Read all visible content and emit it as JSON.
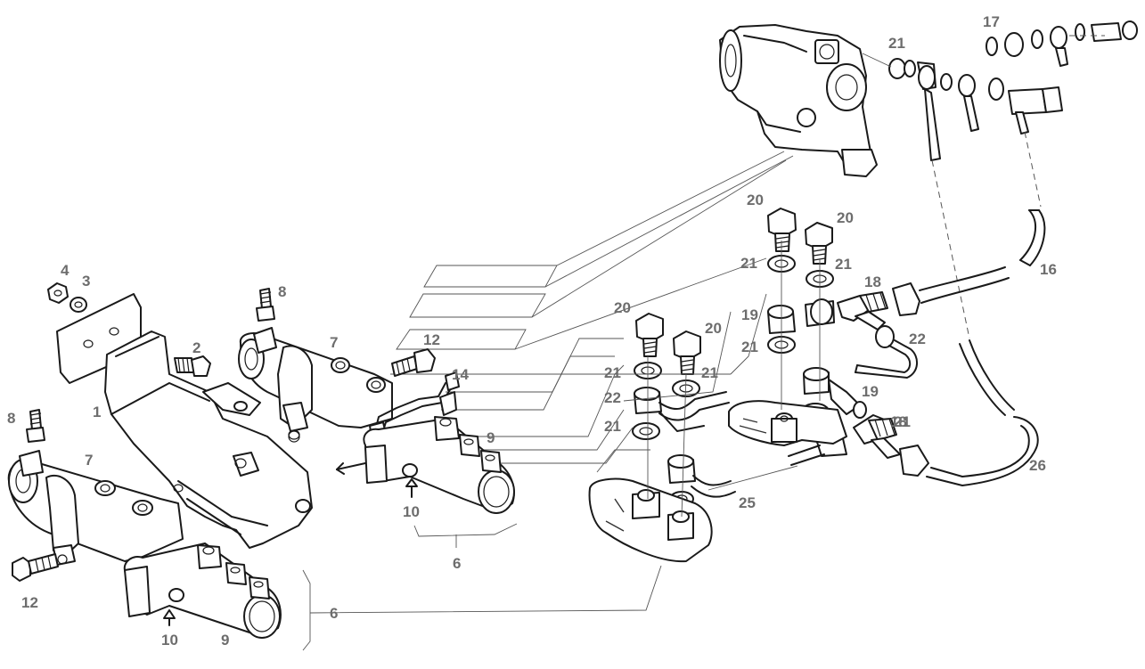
{
  "diagram": {
    "callouts": {
      "c1": "1",
      "c2": "2",
      "c3": "3",
      "c4": "4",
      "c6a": "6",
      "c6b": "6",
      "c7a": "7",
      "c7b": "7",
      "c8a": "8",
      "c8b": "8",
      "c9a": "9",
      "c9b": "9",
      "c10a": "10",
      "c10b": "10",
      "c12a": "12",
      "c12b": "12",
      "c14": "14",
      "c16": "16",
      "c17": "17",
      "c18a": "18",
      "c18b": "18",
      "c19a": "19",
      "c19b": "19",
      "c20a": "20",
      "c20b": "20",
      "c20c": "20",
      "c20d": "20",
      "c21a": "21",
      "c21b": "21",
      "c21c": "21",
      "c21d": "21",
      "c21e": "21",
      "c21f": "21",
      "c21g": "21",
      "c21h": "21",
      "c22a": "22",
      "c22b": "22",
      "c25": "25",
      "c26": "26"
    }
  }
}
